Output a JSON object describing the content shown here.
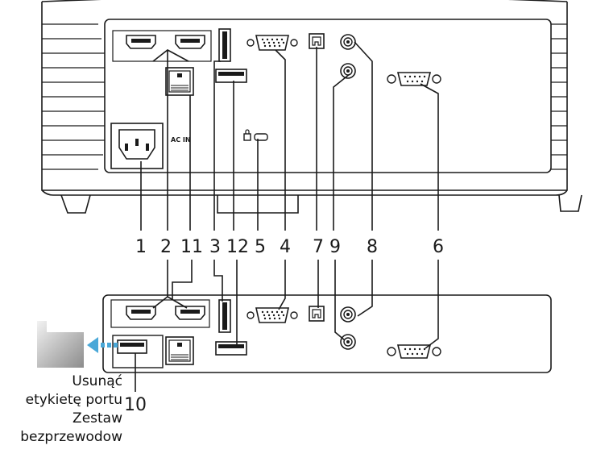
{
  "panel_top": {
    "ac_label": "AC IN",
    "callouts": [
      "1",
      "2",
      "11",
      "3",
      "12",
      "5",
      "4",
      "7",
      "9",
      "8",
      "6"
    ]
  },
  "panel_bottom": {
    "callout_wireless": "10",
    "caption_lines": [
      "Usunąć",
      "etykietę portu",
      "Zestaw",
      "bezprzewodow"
    ]
  },
  "colors": {
    "outline": "#1a1a1a",
    "body_grey": "#e9e9e9",
    "arrow_blue": "#4aa8d8"
  }
}
